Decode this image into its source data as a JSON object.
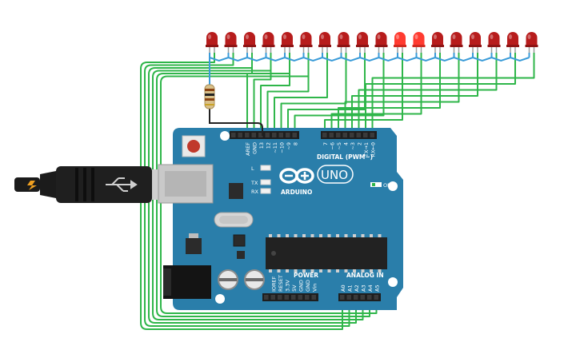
{
  "board": {
    "brand": "ARDUINO",
    "model": "UNO",
    "on_label": "ON",
    "digital_header": "DIGITAL (PWM~)",
    "analog_header": "ANALOG IN",
    "power_header": "POWER",
    "led_labels": [
      "L",
      "TX",
      "RX"
    ],
    "digital_left_pins": [
      "AREF",
      "GND",
      "13",
      "12",
      "~11",
      "~10",
      "~9",
      "8"
    ],
    "digital_right_pins": [
      "7",
      "~6",
      "~5",
      "4",
      "~3",
      "2",
      "TX→1",
      "RX←0"
    ],
    "power_pins": [
      "IOREF",
      "RESET",
      "3.3V",
      "5V",
      "GND",
      "GND",
      "Vin"
    ],
    "analog_pins": [
      "A0",
      "A1",
      "A2",
      "A3",
      "A4",
      "A5"
    ]
  },
  "leds": {
    "count": 18,
    "lit_indices": [
      10,
      11
    ],
    "color": "#b71c1c",
    "lit_color": "#ff3b30"
  },
  "colors": {
    "board": "#2a7eaa",
    "wire_green": "#2fb64a",
    "wire_blue": "#3a9bd8",
    "wire_black": "#222222",
    "resistor": "#d8c08a"
  },
  "components": [
    "led",
    "resistor",
    "arduino-uno",
    "usb-cable",
    "dc-jack"
  ]
}
